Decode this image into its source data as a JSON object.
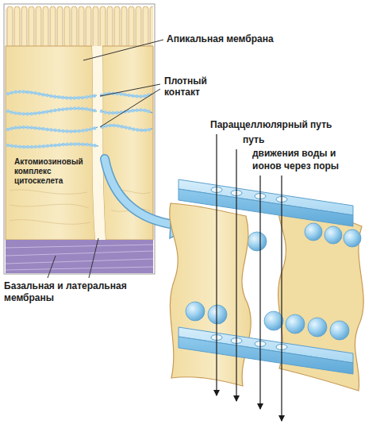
{
  "diagram": {
    "labels": [
      "Апикальная мембрана",
      "Плотный контакт",
      "Актомиозиновый комплекс цитоскелета",
      "Базальная и латеральная мембраны",
      "Параццеллюлярный путь",
      "путь",
      "движения воды и",
      "ионов через поры"
    ]
  }
}
